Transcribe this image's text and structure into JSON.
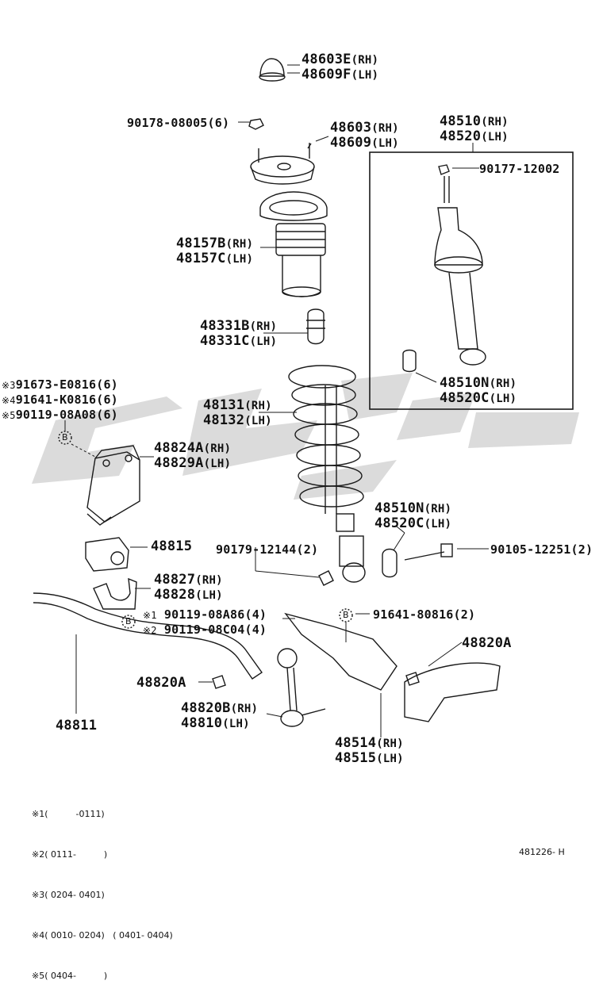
{
  "callouts": {
    "bound_stopper_top": {
      "line1": "48603E",
      "line1_side": "(RH)",
      "line2": "48609F",
      "line2_side": "(LH)"
    },
    "nut_top": "90178-08005(6)",
    "support_mount": {
      "line1": "48603",
      "line1_side": "(RH)",
      "line2": "48609",
      "line2_side": "(LH)"
    },
    "absorber_assy": {
      "line1": "48510",
      "line1_side": "(RH)",
      "line2": "48520",
      "line2_side": "(LH)"
    },
    "absorber_nut": "90177-12002",
    "boot": {
      "line1": "48157B",
      "line1_side": "(RH)",
      "line2": "48157C",
      "line2_side": "(LH)"
    },
    "bump_stopper": {
      "line1": "48331B",
      "line1_side": "(RH)",
      "line2": "48331C",
      "line2_side": "(LH)"
    },
    "spring": {
      "line1": "48131",
      "line1_side": "(RH)",
      "line2": "48132",
      "line2_side": "(LH)"
    },
    "absorber_bushing_box": {
      "line1": "48510N",
      "line1_side": "(RH)",
      "line2": "48520C",
      "line2_side": "(LH)"
    },
    "bolts_group": {
      "line1_mark": "※3",
      "line1": "91673-E0816(6)",
      "line2_mark": "※4",
      "line2": "91641-K0816(6)",
      "line3_mark": "※5",
      "line3": "90119-08A08(6)"
    },
    "bracket": {
      "line1": "48824A",
      "line1_side": "(RH)",
      "line2": "48829A",
      "line2_side": "(LH)"
    },
    "absorber_bushing": {
      "line1": "48510N",
      "line1_side": "(RH)",
      "line2": "48520C",
      "line2_side": "(LH)"
    },
    "bushing": "48815",
    "bolt_lower_left": "90179-12144(2)",
    "bolt_lower_right": "90105-12251(2)",
    "bushing_bracket": {
      "line1": "48827",
      "line1_side": "(RH)",
      "line2": "48828",
      "line2_side": "(LH)"
    },
    "stab_bolts": {
      "line1_mark": "※1",
      "line1": "90119-08A86(4)",
      "line2_mark": "※2",
      "line2": "90119-08C04(4)"
    },
    "bolt_b": "91641-80816(2)",
    "nut_right": "48820A",
    "nut_left": "48820A",
    "link": {
      "line1": "48820B",
      "line1_side": "(RH)",
      "line2": "48810",
      "line2_side": "(LH)"
    },
    "stabilizer": "48811",
    "lower_arm": {
      "line1": "48514",
      "line1_side": "(RH)",
      "line2": "48515",
      "line2_side": "(LH)"
    }
  },
  "circle_marker": "B",
  "footnotes": [
    "※1(          -0111)",
    "※2( 0111-          )",
    "※3( 0204- 0401)",
    "※4( 0010- 0204)   ( 0401- 0404)",
    "※5( 0404-          )"
  ],
  "diagram_code": "481226- H",
  "colors": {
    "line": "#1a1a1a",
    "watermark": "#c8c8c8"
  }
}
